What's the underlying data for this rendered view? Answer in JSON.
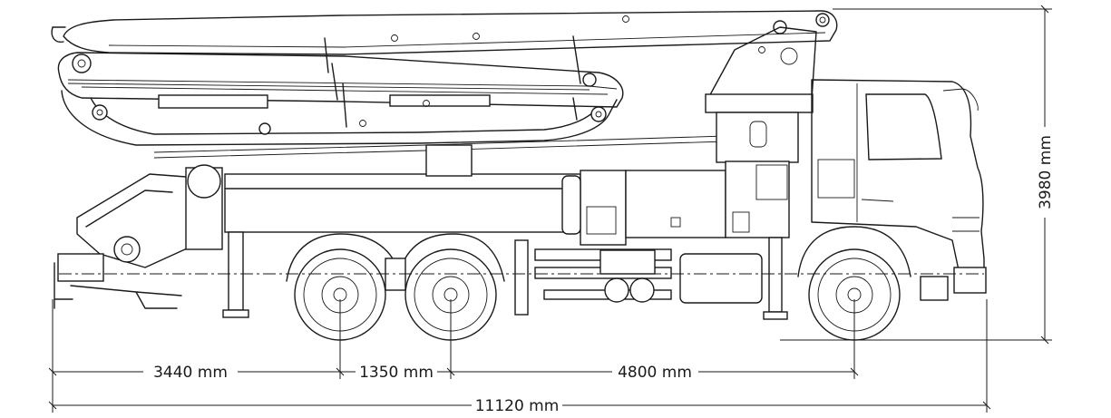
{
  "dimensions": {
    "rear_overhang": "3440 mm",
    "axle_spacing": "1350 mm",
    "wheelbase": "4800 mm",
    "overall_length": "11120 mm",
    "overall_height": "3980 mm"
  },
  "colors": {
    "line": "#1a1a1a",
    "background": "#ffffff"
  }
}
